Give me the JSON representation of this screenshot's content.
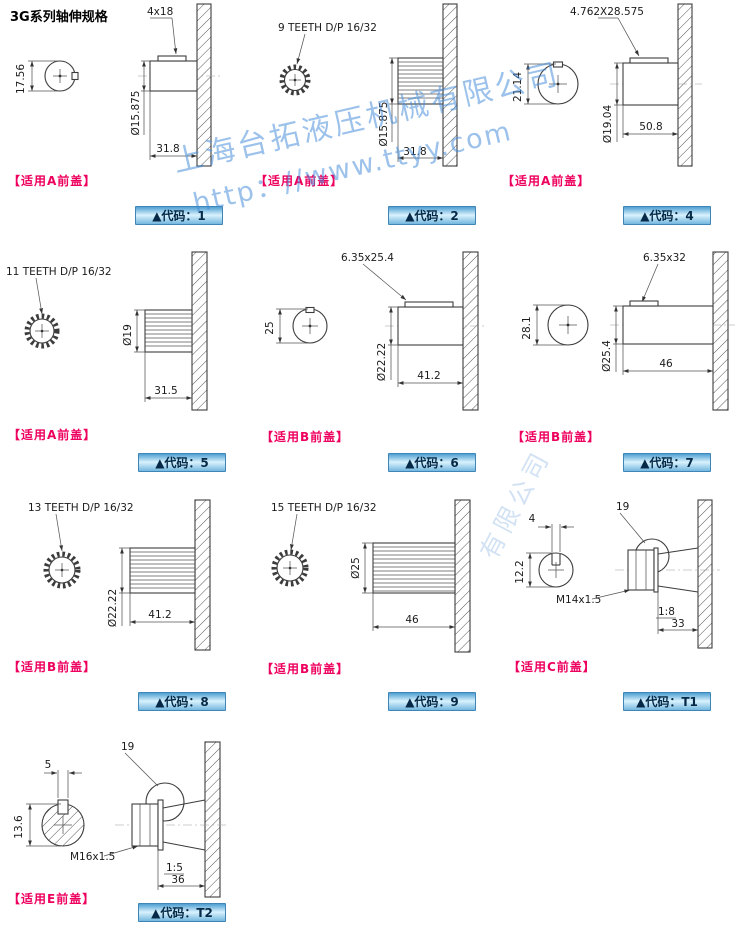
{
  "page": {
    "title": "3G系列轴伸规格"
  },
  "watermark": {
    "company": "上海台拓液压机械有限公司",
    "url": "http：//www.ttyy.com",
    "partial": "有限公司"
  },
  "cells": [
    {
      "code_label": "▲代码：1",
      "cover_label": "【适用A前盖】",
      "dims": {
        "key": "4x18",
        "end_height": "17.56",
        "diameter": "Ø15.875",
        "length": "31.8"
      }
    },
    {
      "code_label": "▲代码：2",
      "cover_label": "【适用A前盖】",
      "dims": {
        "spline": "9 TEETH D/P 16/32",
        "diameter": "Ø15.875",
        "length": "31.8"
      }
    },
    {
      "code_label": "▲代码：4",
      "cover_label": "【适用A前盖】",
      "dims": {
        "key": "4.762X28.575",
        "end_height": "21.14",
        "diameter": "Ø19.04",
        "length": "50.8"
      }
    },
    {
      "code_label": "▲代码：5",
      "cover_label": "【适用A前盖】",
      "dims": {
        "spline": "11 TEETH D/P 16/32",
        "diameter": "Ø19",
        "length": "31.5"
      }
    },
    {
      "code_label": "▲代码：6",
      "cover_label": "【适用B前盖】",
      "dims": {
        "key": "6.35x25.4",
        "end_height": "25",
        "diameter": "Ø22.22",
        "length": "41.2"
      }
    },
    {
      "code_label": "▲代码：7",
      "cover_label": "【适用B前盖】",
      "dims": {
        "key": "6.35x32",
        "end_height": "28.1",
        "diameter": "Ø25.4",
        "length": "46"
      }
    },
    {
      "code_label": "▲代码：8",
      "cover_label": "【适用B前盖】",
      "dims": {
        "spline": "13 TEETH D/P 16/32",
        "diameter": "Ø22.22",
        "length": "41.2"
      }
    },
    {
      "code_label": "▲代码：9",
      "cover_label": "【适用B前盖】",
      "dims": {
        "spline": "15 TEETH D/P 16/32",
        "diameter": "Ø25",
        "length": "46"
      }
    },
    {
      "code_label": "▲代码：T1",
      "cover_label": "【适用C前盖】",
      "dims": {
        "key_width": "4",
        "detail": "19",
        "end_height": "12.2",
        "thread": "M14x1.5",
        "taper": "1:8",
        "length": "33"
      }
    },
    {
      "code_label": "▲代码：T2",
      "cover_label": "【适用E前盖】",
      "dims": {
        "key_width": "5",
        "detail": "19",
        "end_height": "13.6",
        "thread": "M16x1.5",
        "taper": "1:5",
        "length": "36"
      }
    }
  ]
}
